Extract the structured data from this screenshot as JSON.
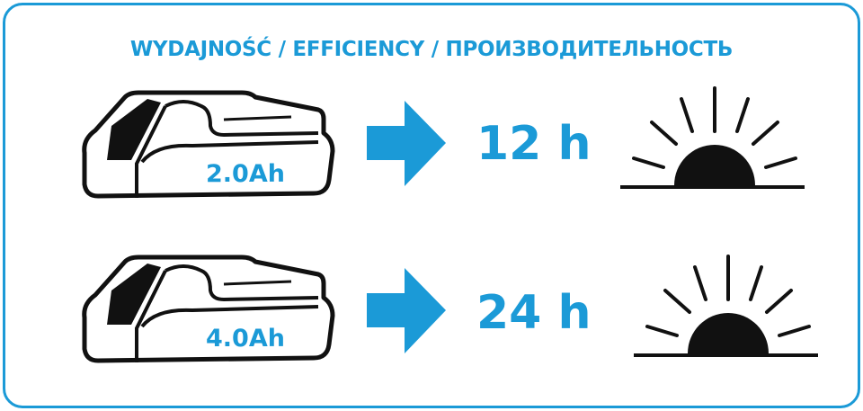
{
  "title": "WYDAJNOŚĆ / EFFICIENCY / ПРОИЗВОДИТЕЛЬНОСТЬ",
  "accent_color": "#1b9ad7",
  "rows": [
    {
      "battery_capacity": "2.0Ah",
      "runtime": "12 h",
      "icons": [
        "battery-icon",
        "arrow-right-icon",
        "sun-icon"
      ]
    },
    {
      "battery_capacity": "4.0Ah",
      "runtime": "24 h",
      "icons": [
        "battery-icon",
        "arrow-right-icon",
        "sun-icon"
      ]
    }
  ]
}
